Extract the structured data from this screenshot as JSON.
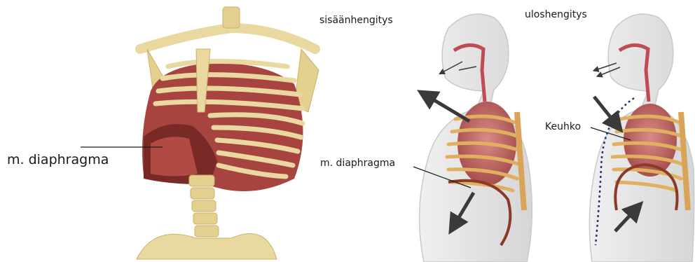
{
  "labels": {
    "left_diaphragm": "m. diaphragma",
    "inhale": "sisäänhengitys",
    "exhale": "uloshengitys",
    "middle_diaphragm": "m. diaphragma",
    "lung": "Keuhko"
  },
  "colors": {
    "bone": "#e9d9a0",
    "bone_shadow": "#c9b36a",
    "muscle": "#a8443f",
    "muscle_dark": "#7a2a26",
    "lung": "#c87070",
    "body": "#e7e7e7",
    "body_outline": "#c9c9c9",
    "arrow": "#3a3a3a",
    "dotted": "#23356b"
  }
}
